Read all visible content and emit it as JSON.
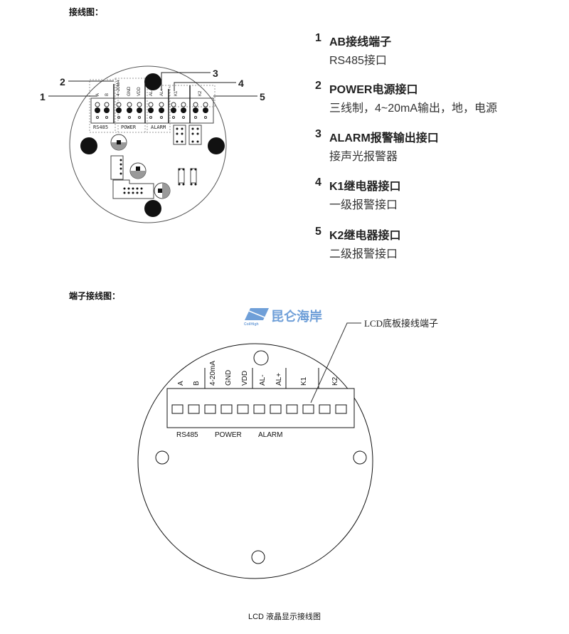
{
  "headers": {
    "wiring": "接线图：",
    "terminal": "端子接线图："
  },
  "legend": [
    {
      "num": "1",
      "title": "AB接线端子",
      "desc": "RS485接口"
    },
    {
      "num": "2",
      "title": "POWER电源接口",
      "desc": "三线制，4~20mA输出，地，电源"
    },
    {
      "num": "3",
      "title": "ALARM报警输出接口",
      "desc": "接声光报警器"
    },
    {
      "num": "4",
      "title": "K1继电器接口",
      "desc": "一级报警接口"
    },
    {
      "num": "5",
      "title": "K2继电器接口",
      "desc": "二级报警接口"
    }
  ],
  "pcb": {
    "callouts": [
      "1",
      "2",
      "3",
      "4",
      "5"
    ],
    "pins": [
      "A",
      "B",
      "4~20MA",
      "GND",
      "VDD",
      "AL-",
      "AL+",
      "K1",
      "K2"
    ],
    "groups": [
      "RS485",
      "POWER",
      "ALARM"
    ]
  },
  "lcd": {
    "logo": "昆仑海岸",
    "logo_sub": "CoilHigh",
    "pins": [
      "A",
      "B",
      "4-20mA",
      "GND",
      "VDD",
      "AL-",
      "AL+",
      "K1",
      "K2"
    ],
    "groups": [
      "RS485",
      "POWER",
      "ALARM"
    ],
    "annotation": "LCD底板接线端子",
    "caption": "LCD 液晶显示接线图"
  },
  "colors": {
    "logo": "#6f9fd8"
  }
}
